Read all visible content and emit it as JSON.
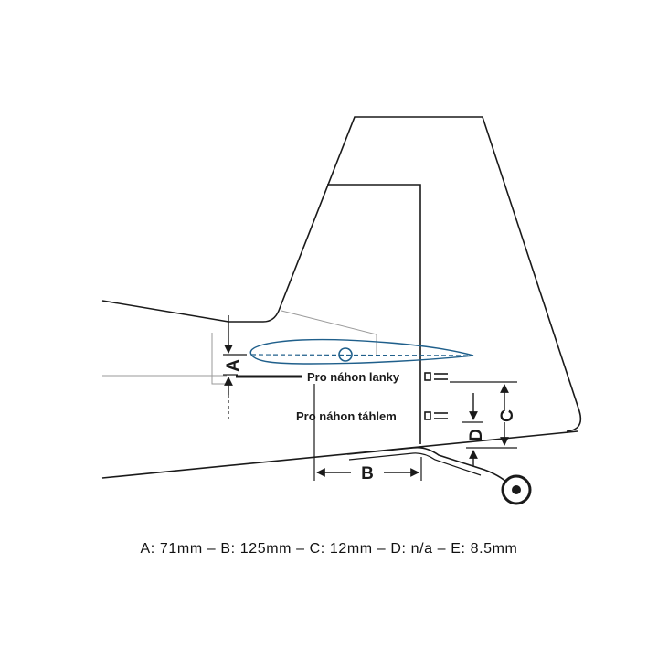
{
  "labels": {
    "pull_pull": "Pro náhon lanky",
    "pushrod": "Pro náhon táhlem"
  },
  "dimensions": {
    "a": "A",
    "b": "B",
    "c": "C",
    "d": "D"
  },
  "specs": [
    {
      "key": "A",
      "value": "71mm"
    },
    {
      "key": "B",
      "value": "125mm"
    },
    {
      "key": "C",
      "value": "12mm"
    },
    {
      "key": "D",
      "value": "n/a"
    },
    {
      "key": "E",
      "value": "8.5mm"
    }
  ],
  "caption": "A: 71mm – B: 125mm – C: 12mm – D: n/a – E: 8.5mm",
  "colors": {
    "line": "#1a1a1a",
    "guide": "#9a9a9a",
    "accent": "#1f5f8b"
  }
}
